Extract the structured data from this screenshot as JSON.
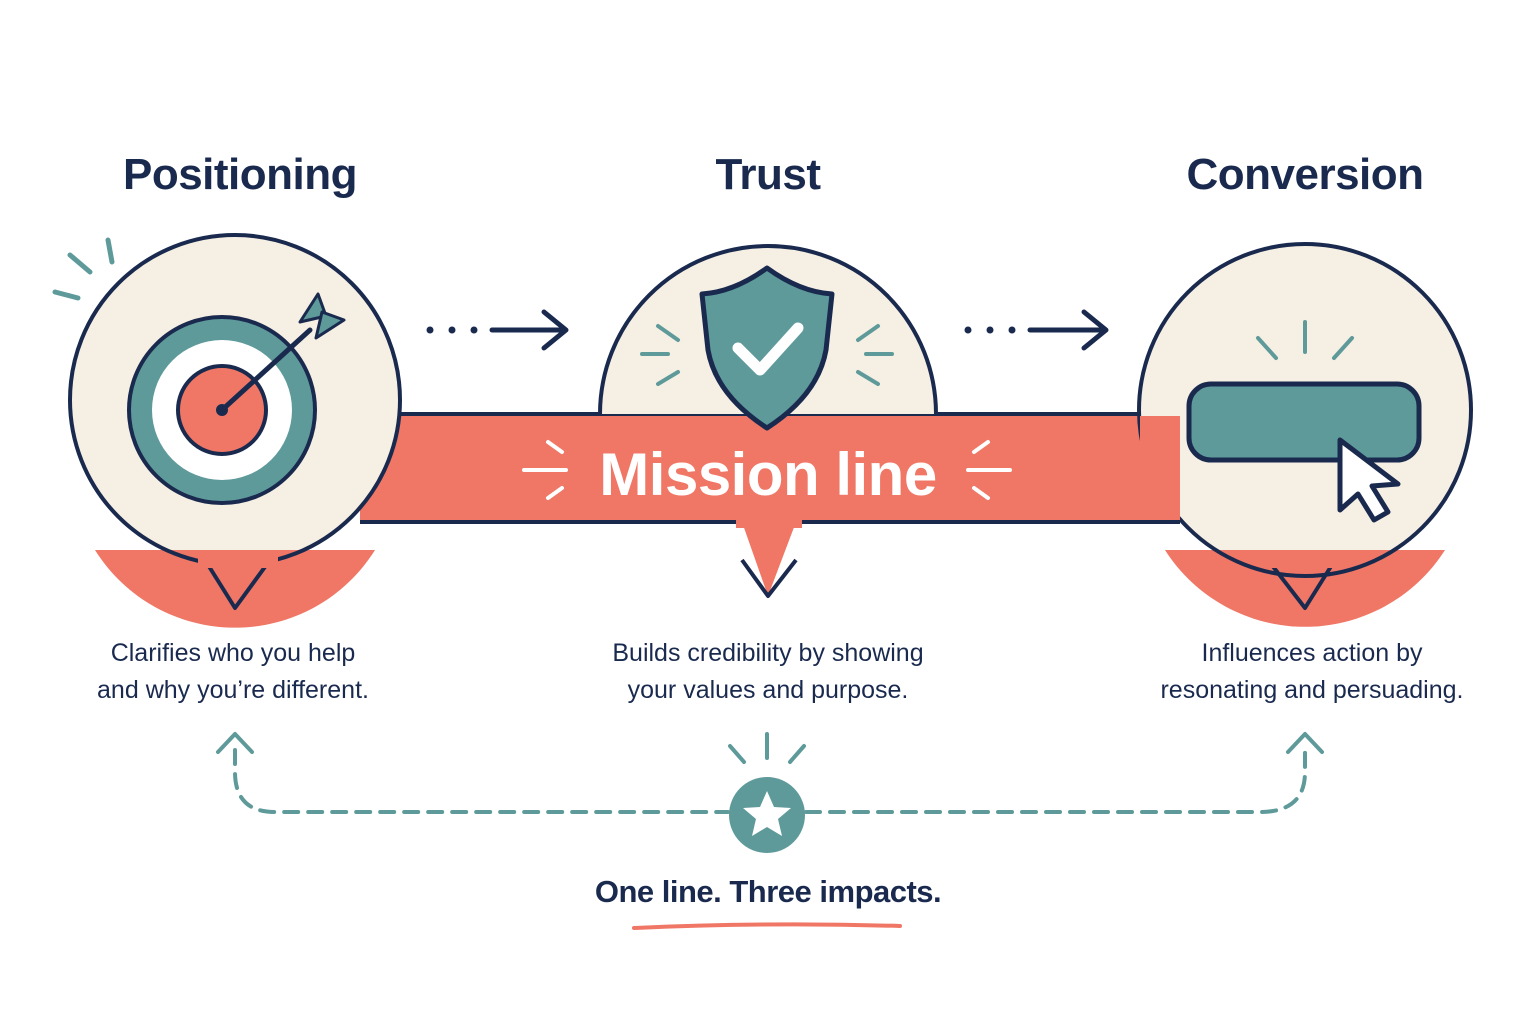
{
  "steps": [
    {
      "title": "Positioning",
      "description": [
        "Clarifies who you help",
        "and why you’re different."
      ],
      "icon": "target-arrow-icon"
    },
    {
      "title": "Trust",
      "description": [
        "Builds credibility by showing",
        "your values and purpose."
      ],
      "icon": "shield-check-icon"
    },
    {
      "title": "Conversion",
      "description": [
        "Influences action by",
        "resonating and persuading."
      ],
      "icon": "button-cursor-icon"
    }
  ],
  "banner": {
    "label": "Mission line"
  },
  "footer": {
    "tagline": "One line. Three impacts.",
    "icon": "star-badge-icon"
  },
  "colors": {
    "navy": "#1a2a4f",
    "coral": "#f07766",
    "teal": "#5f9a9b",
    "cream": "#f6efe3"
  }
}
